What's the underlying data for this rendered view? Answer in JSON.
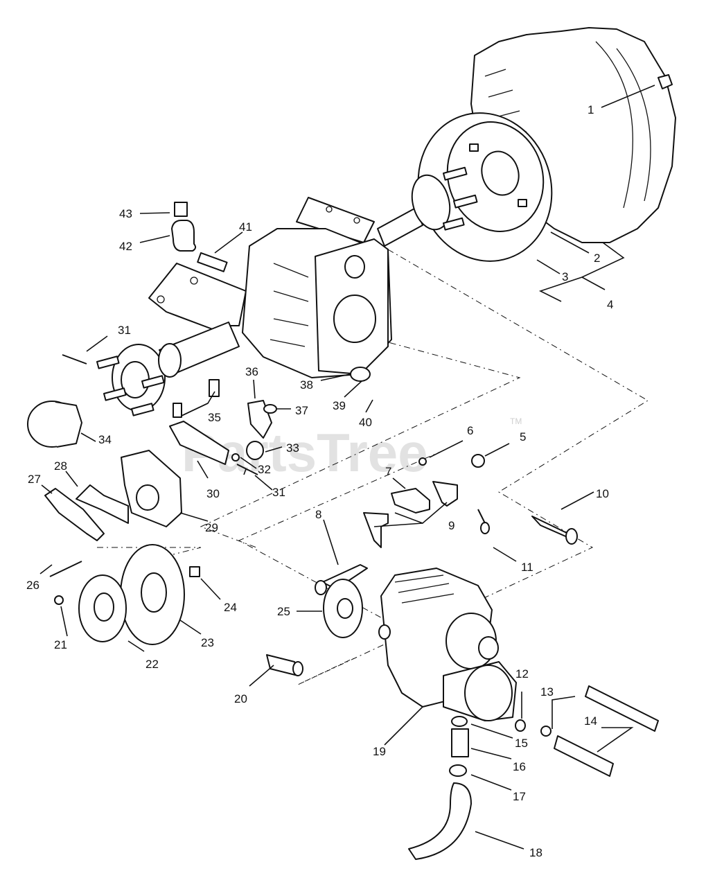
{
  "watermark": {
    "text": "PartsTree",
    "tm": "TM"
  },
  "callouts": {
    "c1": "1",
    "c2": "2",
    "c3": "3",
    "c4": "4",
    "c5": "5",
    "c6": "6",
    "c7": "7",
    "c8": "8",
    "c9": "9",
    "c10": "10",
    "c11": "11",
    "c12": "12",
    "c13": "13",
    "c14": "14",
    "c15": "15",
    "c16": "16",
    "c17": "17",
    "c18": "18",
    "c19": "19",
    "c20": "20",
    "c21": "21",
    "c22": "22",
    "c23": "23",
    "c24": "24",
    "c25": "25",
    "c26": "26",
    "c27": "27",
    "c28": "28",
    "c29": "29",
    "c30": "30",
    "c31a": "31",
    "c31b": "31",
    "c32": "32",
    "c33": "33",
    "c34": "34",
    "c35": "35",
    "c36": "36",
    "c37": "37",
    "c38": "38",
    "c39": "39",
    "c40": "40",
    "c41": "41",
    "c42": "42",
    "c43": "43"
  }
}
